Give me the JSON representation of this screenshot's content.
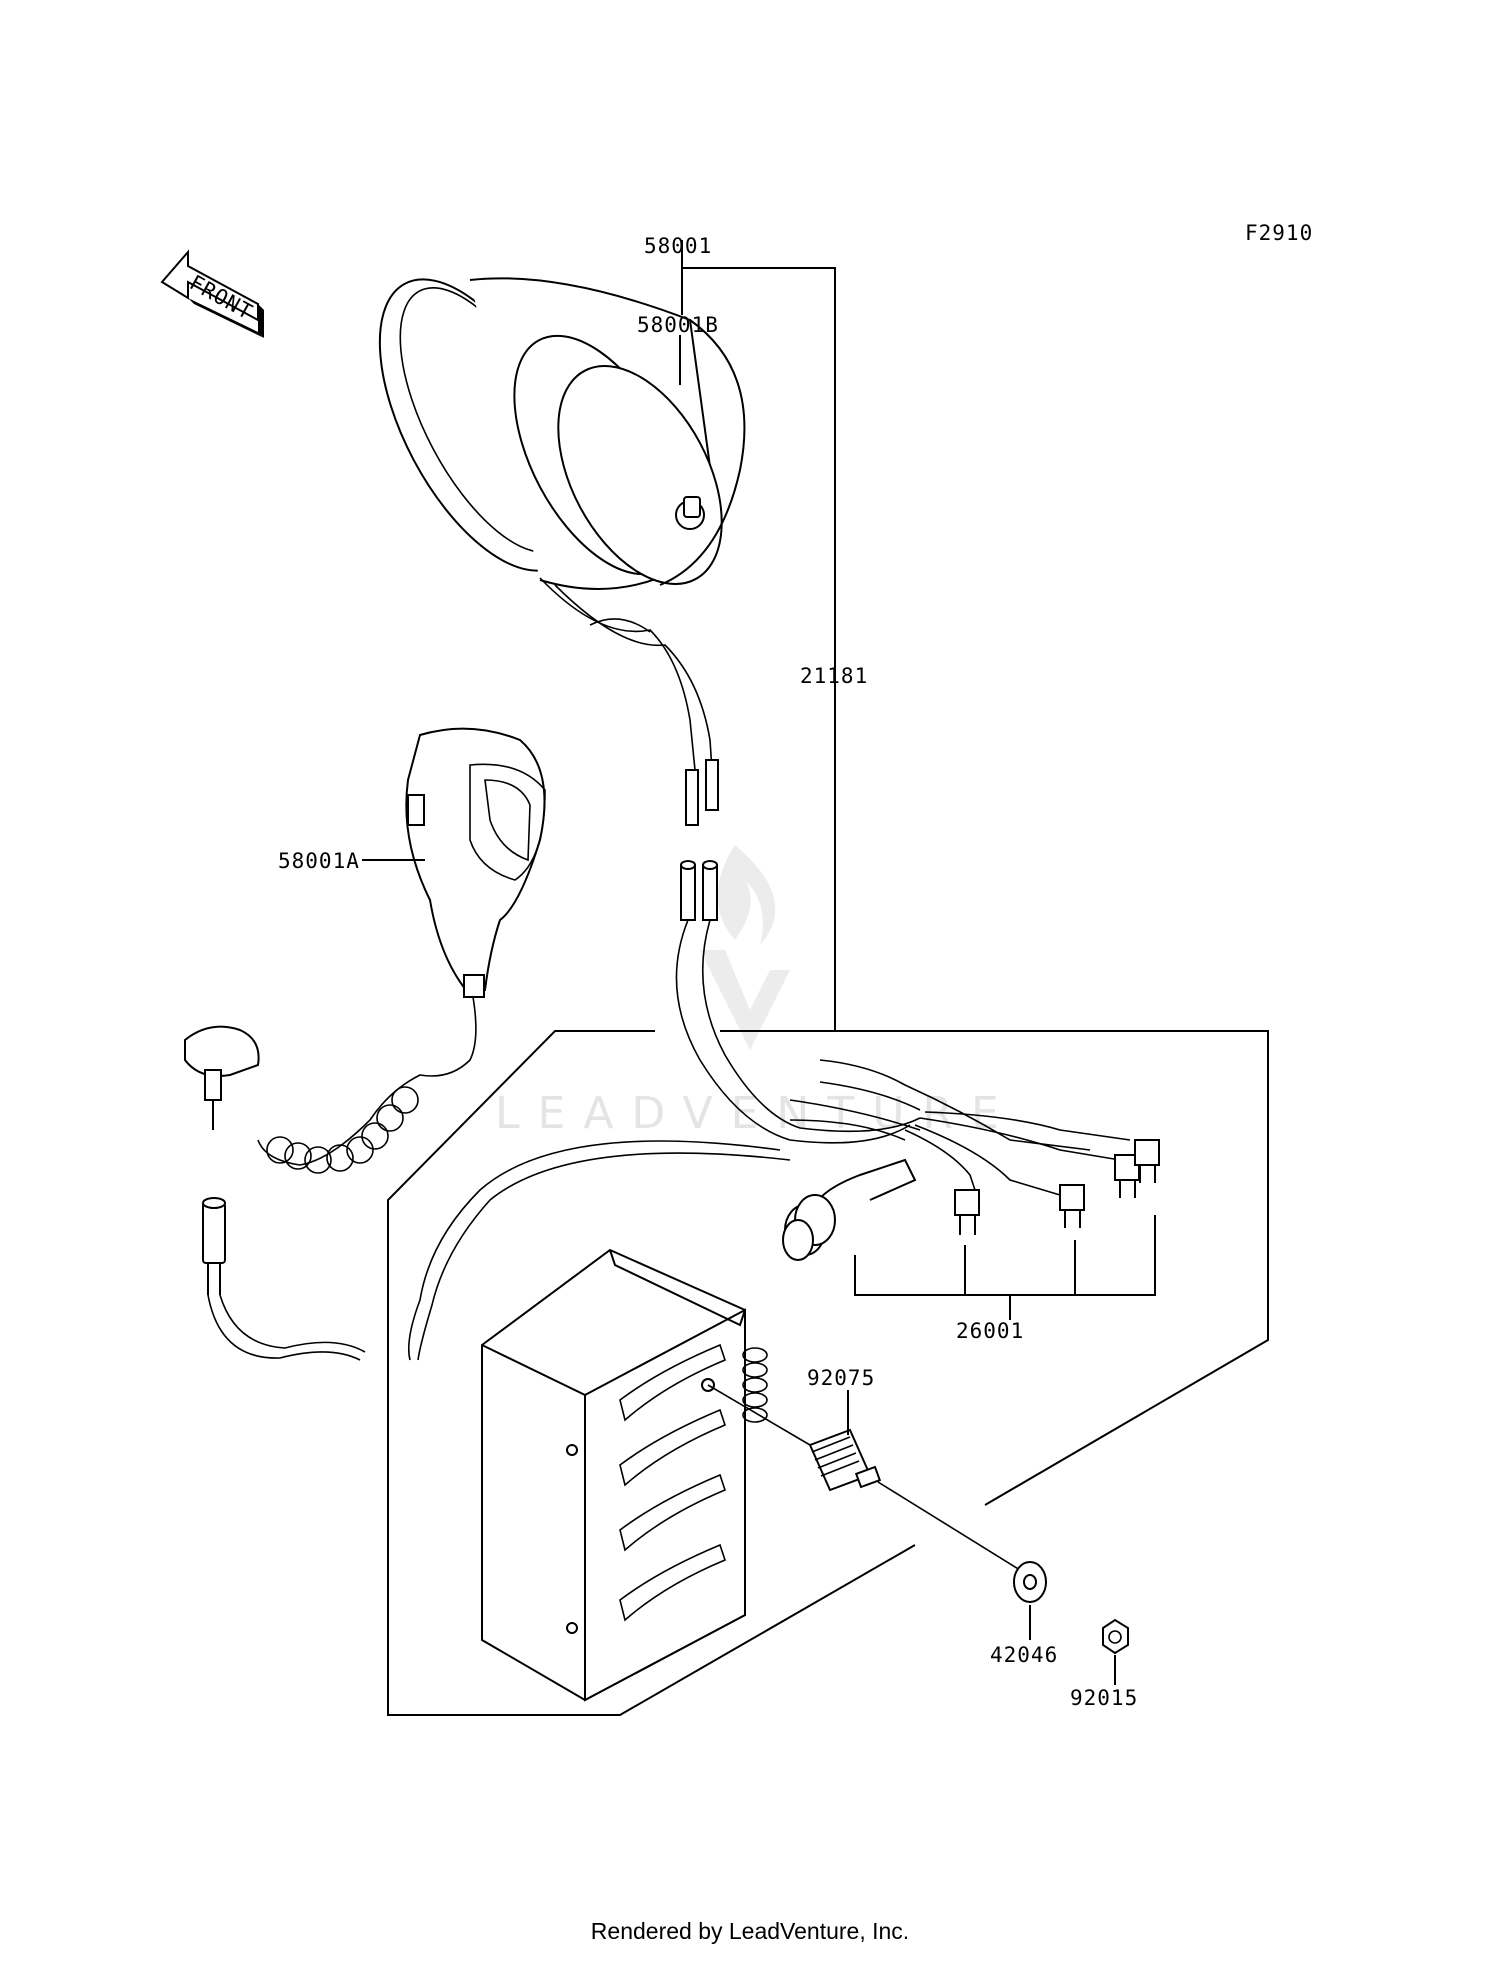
{
  "diagram_code": "F2910",
  "front_label": "FRONT",
  "watermark": "LEADVENTURE",
  "footer": "Rendered by LeadVenture, Inc.",
  "parts": {
    "p58001": "58001",
    "p58001B": "58001B",
    "p58001A": "58001A",
    "p21181": "21181",
    "p26001": "26001",
    "p92075": "92075",
    "p42046": "42046",
    "p92015": "92015"
  }
}
